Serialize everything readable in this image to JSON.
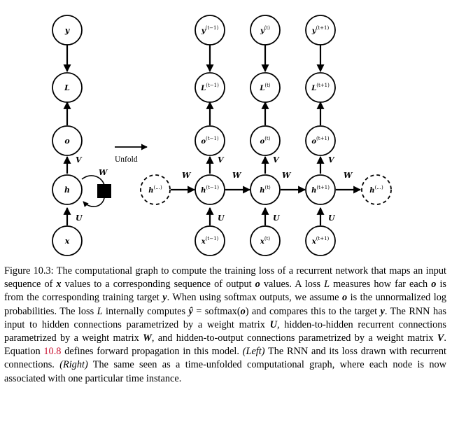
{
  "diagram": {
    "left": {
      "nodes": {
        "y": "y",
        "L": "L",
        "o": "o",
        "h": "h",
        "x": "x"
      },
      "edges": {
        "V": "V",
        "U": "U",
        "W": "W"
      }
    },
    "unfold_label": "Unfold",
    "right": {
      "h_ellipsis": "h",
      "ellipsis_sup": "(...)",
      "columns": [
        {
          "sup": "(t−1)"
        },
        {
          "sup": "(t)"
        },
        {
          "sup": "(t+1)"
        }
      ],
      "edges": {
        "V": "V",
        "U": "U",
        "W": "W"
      }
    }
  },
  "caption": {
    "p1": "Figure 10.3: The computational graph to compute the training loss of a recurrent network that maps an input sequence of ",
    "x": "x",
    "p2": " values to a corresponding sequence of output ",
    "o": "o",
    "p3": " values. A loss ",
    "L": "L",
    "p4": " measures how far each ",
    "o2": "o",
    "p5": " is from the corresponding training target ",
    "y": "y",
    "p6": ". When using softmax outputs, we assume ",
    "o3": "o",
    "p7": " is the unnormalized log probabilities. The loss ",
    "L2": "L",
    "p8": " internally computes ",
    "yhat": "ŷ",
    "p9": " = softmax(",
    "o4": "o",
    "p10": ") and compares this to the target ",
    "y2": "y",
    "p11": ". The RNN has input to hidden connections parametrized by a weight matrix ",
    "U": "U",
    "p12": ", hidden-to-hidden recurrent connections parametrized by a weight matrix ",
    "W": "W",
    "p13": ", and hidden-to-output connections parametrized by a weight matrix ",
    "V": "V",
    "p14": ". Equation ",
    "eq": "10.8",
    "p15": " defines forward propagation in this model. ",
    "left": "(Left)",
    "p16": " The RNN and its loss drawn with recurrent connections. ",
    "right": "(Right)",
    "p17": " The same seen as a time-unfolded computational graph, where each node is now associated with one particular time instance."
  }
}
